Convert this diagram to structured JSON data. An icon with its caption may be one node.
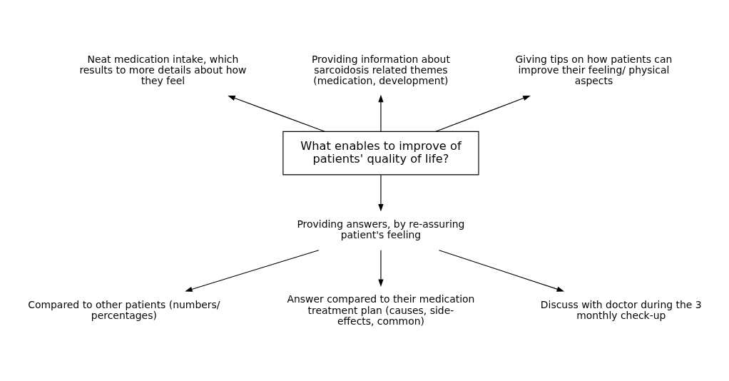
{
  "diagram": {
    "nodes": [
      {
        "text": [
          "What enables to improve of patients' quality of life?"
        ]
      },
      {
        "text": [
          "Neat medication intake, which results to more details about how they feel"
        ]
      },
      {
        "text": [
          "Providing information about sarcoidosis related themes (medication, development)"
        ]
      },
      {
        "text": [
          "Giving tips on how patients can improve their feeling/ physical aspects"
        ]
      },
      {
        "text": [
          "Providing answers, by re-assuring patient's feeling"
        ]
      },
      {
        "text": [
          "Compared to other patients (numbers/ percentages)"
        ]
      },
      {
        "text": [
          "Answer compared to their medication treatment plan (causes, side-effects, common)"
        ]
      },
      {
        "text": [
          "Discuss with doctor during the 3 monthly check-up"
        ]
      }
    ],
    "edges": [
      {
        "from": 0,
        "to": 1,
        "arrow": "to"
      },
      {
        "from": 0,
        "to": 2,
        "arrow": "to"
      },
      {
        "from": 0,
        "to": 3,
        "arrow": "to"
      },
      {
        "from": 0,
        "to": 4,
        "arrow": "to"
      },
      {
        "from": 4,
        "to": 5,
        "arrow": "to"
      },
      {
        "from": 4,
        "to": 6,
        "arrow": "to"
      },
      {
        "from": 4,
        "to": 7,
        "arrow": "to"
      }
    ]
  }
}
